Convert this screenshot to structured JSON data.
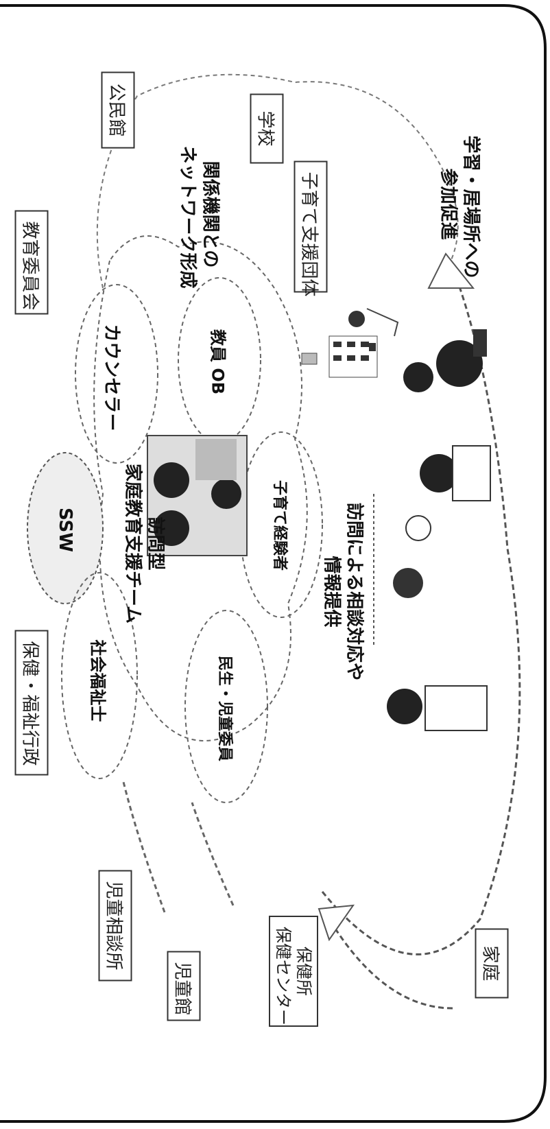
{
  "boxes": {
    "education_board": "教育委員会",
    "community_center": "公民館",
    "school": "学校",
    "childrearing_groups": "子育て支援団体",
    "health_welfare": "保健・福祉行政",
    "child_guidance": "児童相談所",
    "childrens_hall": "児童館",
    "health_center": "保健所\n保健センター",
    "family": "家庭"
  },
  "labels": {
    "network": "関係機関との\nネットワーク形成",
    "participation": "学習・居場所への\n参加促進",
    "counselor": "カウンセラー",
    "teacher_ob": "教員 OB",
    "ssw": "SSW",
    "team": "訪問型\n家庭教育支援チーム",
    "social_worker": "社会福祉士",
    "parenting_exp": "子育て経験者",
    "commissioner": "民生・児童委員",
    "visit_info": "訪問による相談対応や\n情報提供"
  }
}
